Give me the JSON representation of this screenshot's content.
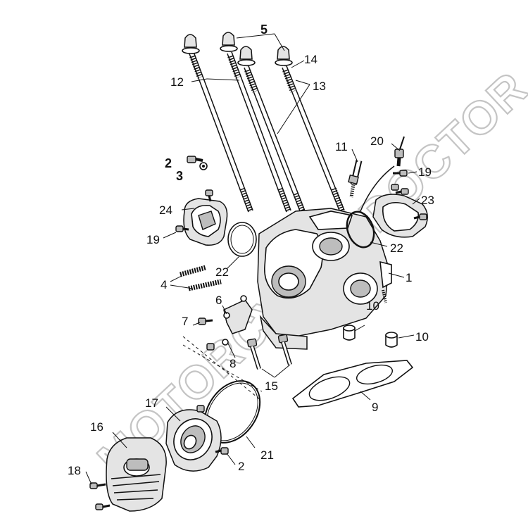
{
  "watermark": "MOTORCYCLE DOCTOR",
  "callouts": {
    "c1": "1",
    "c2a": "2",
    "c2b": "2",
    "c3": "3",
    "c4": "4",
    "c5": "5",
    "c6": "6",
    "c7": "7",
    "c8": "8",
    "c9": "9",
    "c10a": "10",
    "c10b": "10",
    "c11": "11",
    "c12": "12",
    "c13": "13",
    "c14": "14",
    "c15": "15",
    "c16": "16",
    "c17": "17",
    "c18": "18",
    "c19a": "19",
    "c19b": "19",
    "c20": "20",
    "c21": "21",
    "c22a": "22",
    "c22b": "22",
    "c23": "23",
    "c24": "24"
  }
}
